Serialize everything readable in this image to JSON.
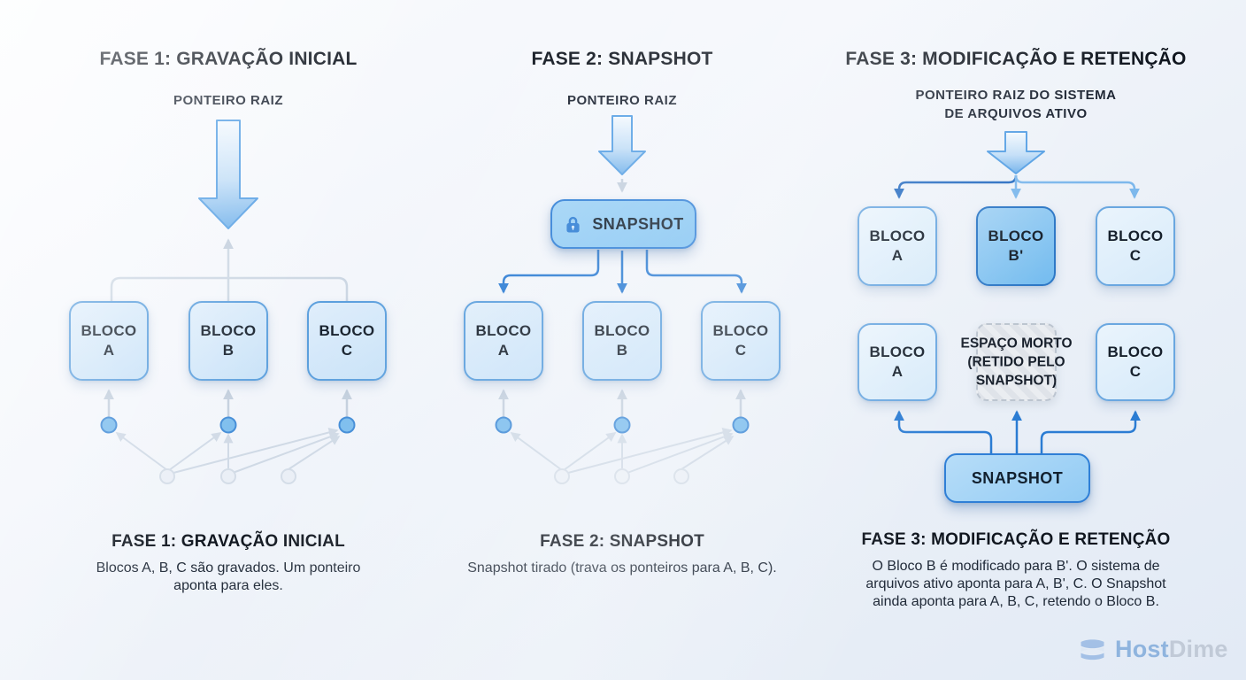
{
  "colors": {
    "accent_blue": "#2b7cd3",
    "dark_branch_blue": "#2a6fc2",
    "light_branch_blue": "#7db8ec",
    "block_fill": "#cfe5f9",
    "block_modified_fill": "#84c3ef",
    "faded_connector": "#c7d3e1",
    "hatch_gray": "#dfe3e9",
    "logo_blue": "#8fb4de",
    "logo_gray": "#c1cad7"
  },
  "phases": [
    {
      "title": "FASE 1: GRAVAÇÃO INICIAL",
      "pointer_lines": [
        "PONTEIRO RAIZ"
      ],
      "blocks": [
        {
          "line1": "BLOCO",
          "line2": "A"
        },
        {
          "line1": "BLOCO",
          "line2": "B"
        },
        {
          "line1": "BLOCO",
          "line2": "C"
        }
      ],
      "caption": {
        "title": "FASE 1: GRAVAÇÃO INICIAL",
        "lines": [
          "Blocos A, B, C são gravados. Um ponteiro",
          "aponta para eles."
        ]
      }
    },
    {
      "title": "FASE 2: SNAPSHOT",
      "pointer_lines": [
        "PONTEIRO RAIZ"
      ],
      "snapshot_label": "SNAPSHOT",
      "blocks": [
        {
          "line1": "BLOCO",
          "line2": "A"
        },
        {
          "line1": "BLOCO",
          "line2": "B"
        },
        {
          "line1": "BLOCO",
          "line2": "C"
        }
      ],
      "caption": {
        "title": "FASE 2: SNAPSHOT",
        "lines": [
          "Snapshot tirado (trava os ponteiros para A, B, C)."
        ]
      }
    },
    {
      "title": "FASE 3: MODIFICAÇÃO E RETENÇÃO",
      "pointer_lines": [
        "PONTEIRO RAIZ DO SISTEMA",
        "DE ARQUIVOS ATIVO"
      ],
      "active_blocks": [
        {
          "line1": "BLOCO",
          "line2": "A"
        },
        {
          "line1": "BLOCO",
          "line2": "B'"
        },
        {
          "line1": "BLOCO",
          "line2": "C"
        }
      ],
      "retained_blocks": [
        {
          "line1": "BLOCO",
          "line2": "A"
        },
        {
          "line1": "BLOCO",
          "line2": "C"
        }
      ],
      "dead_space_lines": [
        "ESPAÇO MORTO",
        "(RETIDO PELO",
        "SNAPSHOT)"
      ],
      "snapshot_label": "SNAPSHOT",
      "caption": {
        "title": "FASE 3: MODIFICAÇÃO E RETENÇÃO",
        "lines": [
          "O Bloco B é modificado para B'. O sistema de",
          "arquivos ativo aponta para A, B', C. O Snapshot",
          "ainda aponta para A, B, C, retendo o Bloco B."
        ]
      }
    }
  ],
  "logo": {
    "host": "Host",
    "dime": "Dime",
    "icon": "server-stack-icon"
  }
}
